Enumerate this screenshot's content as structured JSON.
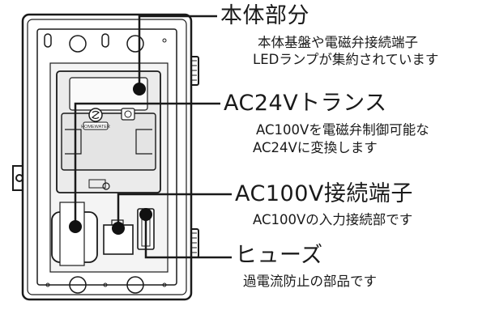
{
  "callouts": [
    {
      "title": "本体部分",
      "desc": [
        "本体基盤や電磁弁接続端子",
        "LEDランプが集約されています"
      ]
    },
    {
      "title": "AC24Vトランス",
      "desc": [
        "AC100Vを電磁弁制御可能な",
        "AC24Vに変換します"
      ]
    },
    {
      "title": "AC100V接続端子",
      "desc": [
        "AC100Vの入力接続部です"
      ]
    },
    {
      "title": "ヒューズ",
      "desc": [
        "過電流防止の部品です"
      ]
    }
  ],
  "device": {
    "emblem_label": "HOMEWATER"
  },
  "colors": {
    "stroke": "#1a1a1a",
    "housing": "#ffffff",
    "inner_plate": "#f2f2f2",
    "board": "#e6e6e6",
    "dot": "#111111"
  }
}
